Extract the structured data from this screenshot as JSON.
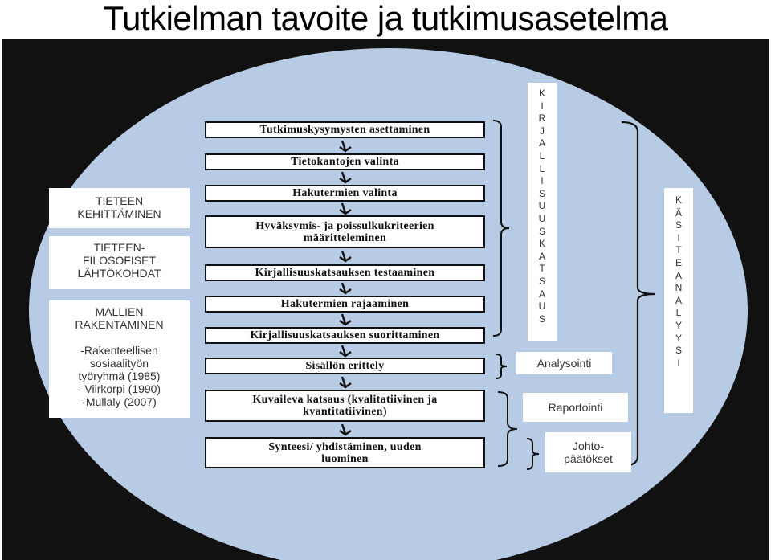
{
  "title": "Tutkielman tavoite ja tutkimusasetelma",
  "left_boxes": [
    {
      "lines": [
        "TIETEEN",
        "KEHITTÄMINEN"
      ]
    },
    {
      "lines": [
        "TIETEEN-",
        "FILOSOFISET",
        "LÄHTÖKOHDAT"
      ]
    },
    {
      "lines": [
        "MALLIEN",
        "RAKENTAMINEN",
        "",
        "-Rakenteellisen",
        "sosiaalityön",
        "työryhmä (1985)",
        "- Viirkorpi (1990)",
        "-Mullaly (2007)"
      ]
    }
  ],
  "steps": [
    {
      "lines": [
        "Tutkimuskysymysten asettaminen"
      ]
    },
    {
      "lines": [
        "Tietokantojen valinta"
      ]
    },
    {
      "lines": [
        "Hakutermien valinta"
      ]
    },
    {
      "lines": [
        "Hyväksymis- ja poissulkukriteerien",
        "määritteleminen"
      ]
    },
    {
      "lines": [
        "Kirjallisuuskatsauksen testaaminen"
      ]
    },
    {
      "lines": [
        "Hakutermien rajaaminen"
      ]
    },
    {
      "lines": [
        "Kirjallisuuskatsauksen suorittaminen"
      ]
    },
    {
      "lines": [
        "Sisällön erittely"
      ]
    },
    {
      "lines": [
        "Kuvaileva katsaus (kvalitatiivinen ja",
        "kvantitatiivinen)"
      ]
    },
    {
      "lines": [
        "Synteesi/ yhdistäminen, uuden",
        "luominen"
      ]
    }
  ],
  "vertical_kirjallisuuskatsaus": [
    "K",
    "I",
    "R",
    "J",
    "A",
    "L",
    "L",
    "I",
    "S",
    "U",
    "U",
    "S",
    "K",
    "A",
    "T",
    "S",
    "A",
    "U",
    "S"
  ],
  "vertical_kasiteanalyysi": [
    "K",
    "Ä",
    "S",
    "I",
    "T",
    "E",
    "A",
    "N",
    "A",
    "L",
    "Y",
    "Y",
    "S",
    "I"
  ],
  "side_labels": {
    "analysointi": [
      "Analysointi"
    ],
    "raportointi": [
      "Raportointi"
    ],
    "johtopaatokset": [
      "Johto-",
      "päätökset"
    ]
  }
}
